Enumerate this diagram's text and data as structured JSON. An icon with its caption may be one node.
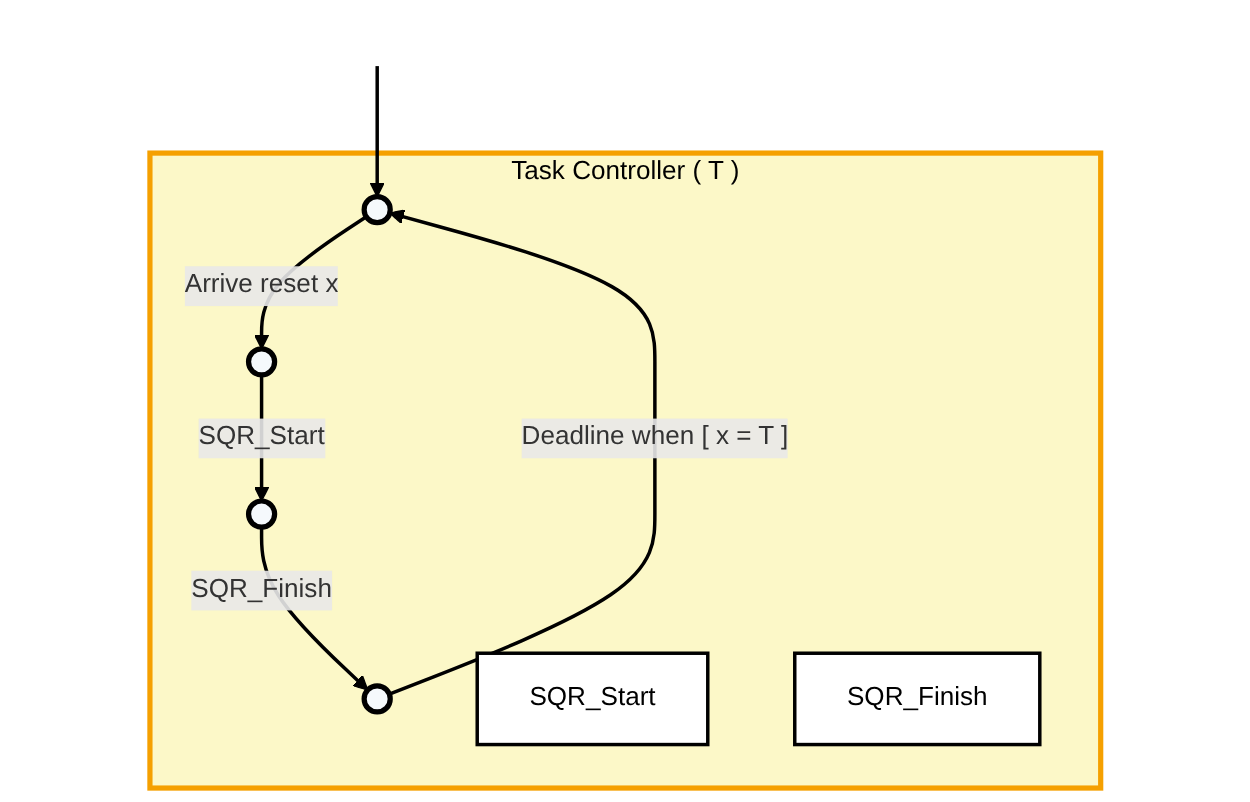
{
  "diagram": {
    "nodes": [
      {
        "text": [
          "Task Controller ( T )"
        ]
      },
      {
        "text": [],
        "shape": "circle",
        "in": 0
      },
      {
        "text": [],
        "shape": "circle",
        "in": 0
      },
      {
        "text": [],
        "shape": "circle",
        "in": 0
      },
      {
        "text": [],
        "shape": "circle",
        "in": 0
      },
      {
        "text": [
          "SQR_Start"
        ],
        "in": 0
      },
      {
        "text": [
          "SQR_Finish"
        ],
        "in": 0
      }
    ],
    "edges": [
      {
        "from": null,
        "to": 1,
        "arrow": "to"
      },
      {
        "from": 1,
        "to": 2,
        "arrow": "to",
        "label": "Arrive reset x"
      },
      {
        "from": 2,
        "to": 3,
        "arrow": "to",
        "label": "SQR_Start"
      },
      {
        "from": 3,
        "to": 4,
        "arrow": "to",
        "label": "SQR_Finish"
      },
      {
        "from": 4,
        "to": 1,
        "arrow": "to",
        "label": "Deadline when [ x = T ]"
      }
    ]
  }
}
